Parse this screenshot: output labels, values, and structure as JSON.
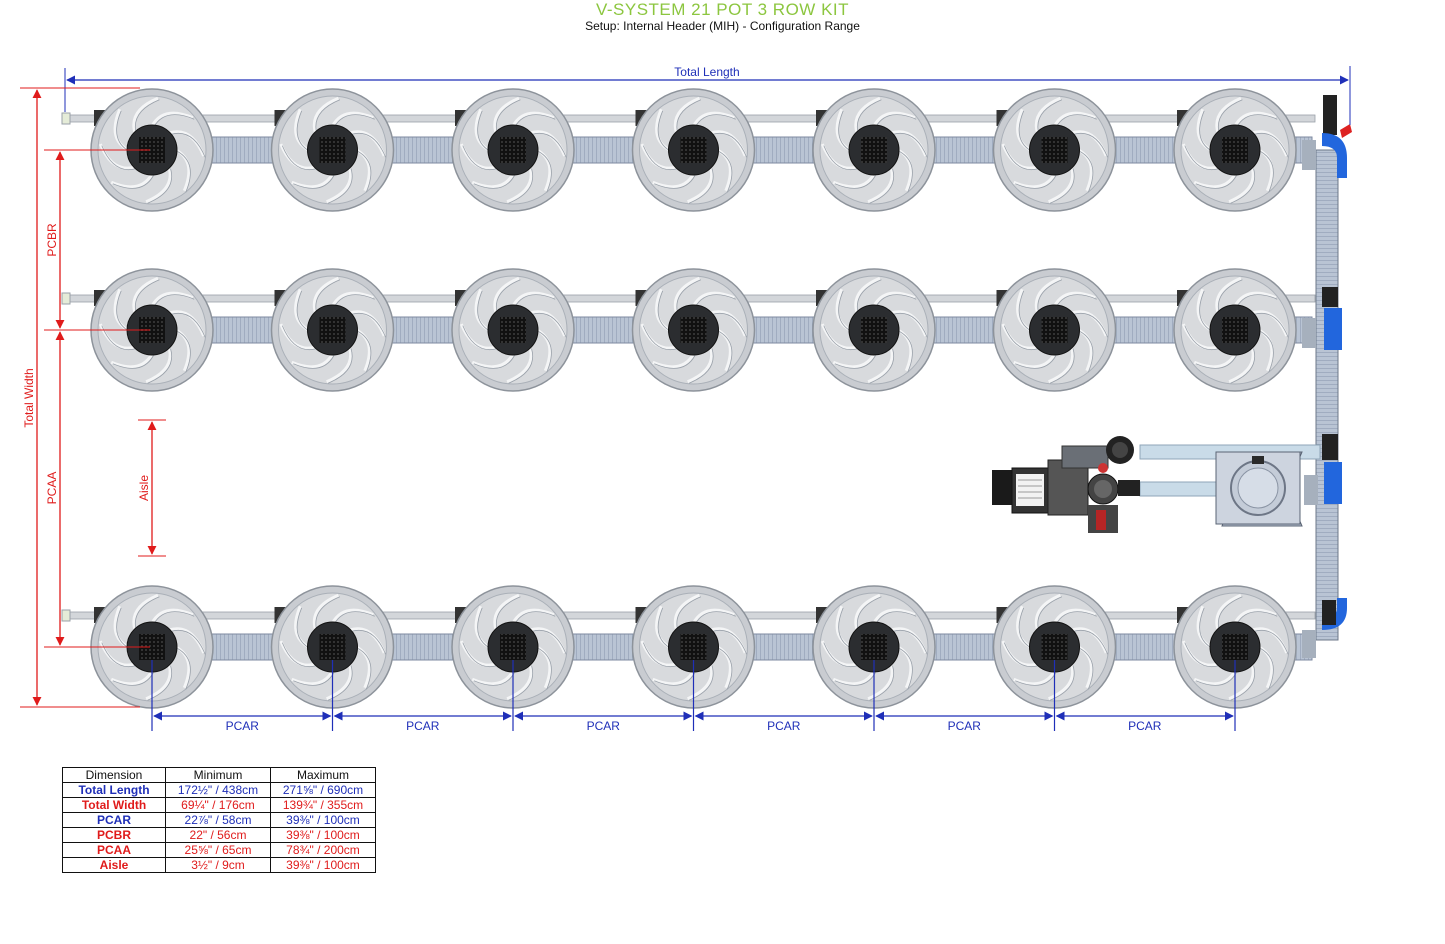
{
  "header": {
    "title": "V-SYSTEM 21 POT 3 ROW KIT",
    "subtitle": "Setup: Internal Header (MIH) - Configuration Range"
  },
  "dimension_labels": {
    "total_length": "Total Length",
    "total_width": "Total Width",
    "pcbr": "PCBR",
    "pcaa": "PCAA",
    "aisle": "Aisle",
    "pcar": [
      "PCAR",
      "PCAR",
      "PCAR",
      "PCAR",
      "PCAR",
      "PCAR"
    ]
  },
  "colors": {
    "blue": "#1f2fb8",
    "red": "#e01b1b",
    "title_green": "#8cc63f",
    "pot": "#c9ccd1",
    "pipe_blue": "#2266dd"
  },
  "layout": {
    "rows": 3,
    "pots_per_row": 7
  },
  "table": {
    "headers": [
      "Dimension",
      "Minimum",
      "Maximum"
    ],
    "rows": [
      {
        "dimension": "Total Length",
        "min": "172½\" / 438cm",
        "max": "271⅝\" / 690cm",
        "color": "blue"
      },
      {
        "dimension": "Total Width",
        "min": "69¼\" / 176cm",
        "max": "139¾\" / 355cm",
        "color": "red"
      },
      {
        "dimension": "PCAR",
        "min": "22⅞\" / 58cm",
        "max": "39⅜\" / 100cm",
        "color": "blue"
      },
      {
        "dimension": "PCBR",
        "min": "22\" / 56cm",
        "max": "39⅜\" / 100cm",
        "color": "red"
      },
      {
        "dimension": "PCAA",
        "min": "25⅝\" / 65cm",
        "max": "78¾\" / 200cm",
        "color": "red"
      },
      {
        "dimension": "Aisle",
        "min": "3½\" / 9cm",
        "max": "39⅜\" / 100cm",
        "color": "red"
      }
    ]
  }
}
